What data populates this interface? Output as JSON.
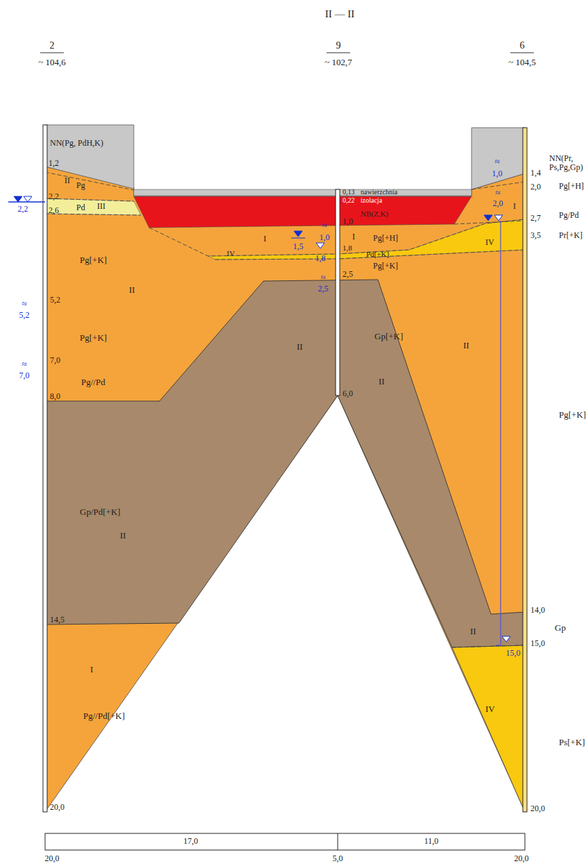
{
  "diagram": {
    "title": "II — II",
    "labels": [
      "2",
      "~ 104,6",
      "9",
      "~ 102,7",
      "6",
      "~ 104,5",
      "NN(Pg, PdH,K)",
      "1,2",
      "II",
      "Pg",
      "2,2",
      "III",
      "2,6",
      "Pd",
      "2,2",
      "Pg[+K]",
      "II",
      "5,2",
      "≈",
      "5,2",
      "Pg[+K]",
      "7,0",
      "≈",
      "7,0",
      "Pg//Pd",
      "8,0",
      "Gp/Pd[+K]",
      "II",
      "14,5",
      "I",
      "Pg//Pd[+K]",
      "20,0",
      "0,13",
      "nawierzchnia",
      "0,22",
      "izolacja",
      "NB(Z,K)",
      "1,0",
      "≈",
      "1,0",
      "I",
      "1,5",
      "1,8",
      "IV",
      "I",
      "Pg[+H]",
      "1,8",
      "Pd[+K]",
      "Pg[+K]",
      "2,5",
      "≈",
      "2,5",
      "II",
      "Gp[+K]",
      "II",
      "6,0",
      "NN(Pr, Ps,Pg,Gp)",
      "≈",
      "1,0",
      "1,4",
      "2,0",
      "≈",
      "2,0",
      "Pg[+H]",
      "I",
      "2,7",
      "Pg/Pd",
      "IV",
      "3,5",
      "Pr[+K]",
      "II",
      "Pg[+K]",
      "14,0",
      "Gp",
      "II",
      "15,0",
      "15,0",
      "IV",
      "Ps[+K]",
      "20,0",
      "17,0",
      "11,0",
      "20,0",
      "5,0",
      "20,0"
    ]
  }
}
